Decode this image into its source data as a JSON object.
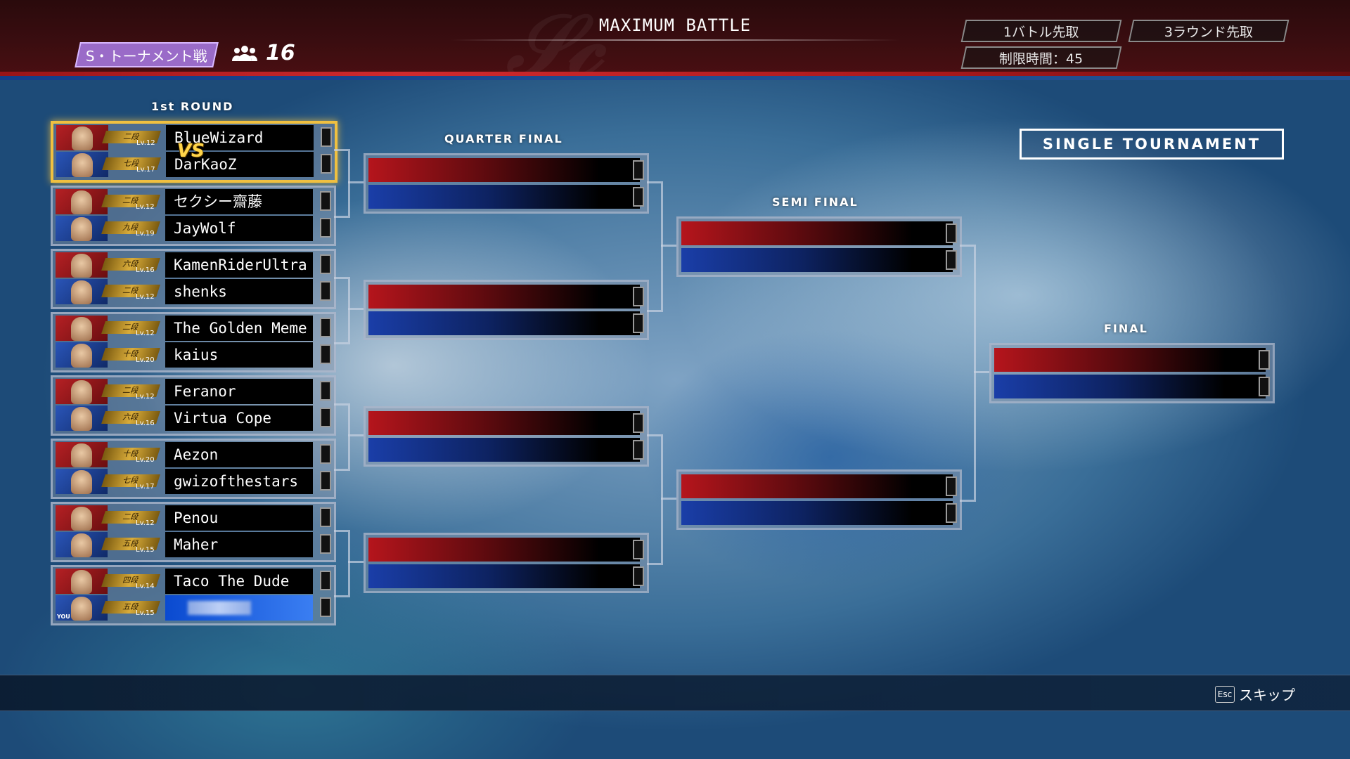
{
  "header": {
    "title": "MAXIMUM BATTLE",
    "mode_badge": "S・トーナメント戦",
    "players_icon": "group-icon",
    "player_count": "16",
    "rules": [
      "1バトル先取",
      "3ラウンド先取",
      "制限時間：45"
    ]
  },
  "labels": {
    "round1": "1st ROUND",
    "quarter": "QUARTER FINAL",
    "semi": "SEMI FINAL",
    "final": "FINAL",
    "tournament_type": "SINGLE TOURNAMENT"
  },
  "vs_text": "VS",
  "round1_matches": [
    {
      "top": {
        "name": "BlueWizard",
        "rank": "二段",
        "lv": "Lv.12"
      },
      "bottom": {
        "name": "DarKaoZ",
        "rank": "七段",
        "lv": "Lv.17"
      }
    },
    {
      "top": {
        "name": "セクシー齋藤",
        "rank": "二段",
        "lv": "Lv.12"
      },
      "bottom": {
        "name": "JayWolf",
        "rank": "九段",
        "lv": "Lv.19"
      }
    },
    {
      "top": {
        "name": "KamenRiderUltra",
        "rank": "六段",
        "lv": "Lv.16"
      },
      "bottom": {
        "name": "shenks",
        "rank": "二段",
        "lv": "Lv.12"
      }
    },
    {
      "top": {
        "name": "The Golden Meme",
        "rank": "二段",
        "lv": "Lv.12"
      },
      "bottom": {
        "name": "kaius",
        "rank": "十段",
        "lv": "Lv.20"
      }
    },
    {
      "top": {
        "name": "Feranor",
        "rank": "二段",
        "lv": "Lv.12"
      },
      "bottom": {
        "name": "Virtua Cope",
        "rank": "六段",
        "lv": "Lv.16"
      }
    },
    {
      "top": {
        "name": "Aezon",
        "rank": "十段",
        "lv": "Lv.20"
      },
      "bottom": {
        "name": "gwizofthestars",
        "rank": "七段",
        "lv": "Lv.17"
      }
    },
    {
      "top": {
        "name": "Penou",
        "rank": "二段",
        "lv": "Lv.12"
      },
      "bottom": {
        "name": "Maher",
        "rank": "五段",
        "lv": "Lv.15"
      }
    },
    {
      "top": {
        "name": "Taco The Dude",
        "rank": "四段",
        "lv": "Lv.14"
      },
      "bottom": {
        "name": "",
        "rank": "五段",
        "lv": "Lv.15",
        "you_tag": "YOU"
      }
    }
  ],
  "footer": {
    "esc_key": "Esc",
    "skip_label": "スキップ"
  }
}
